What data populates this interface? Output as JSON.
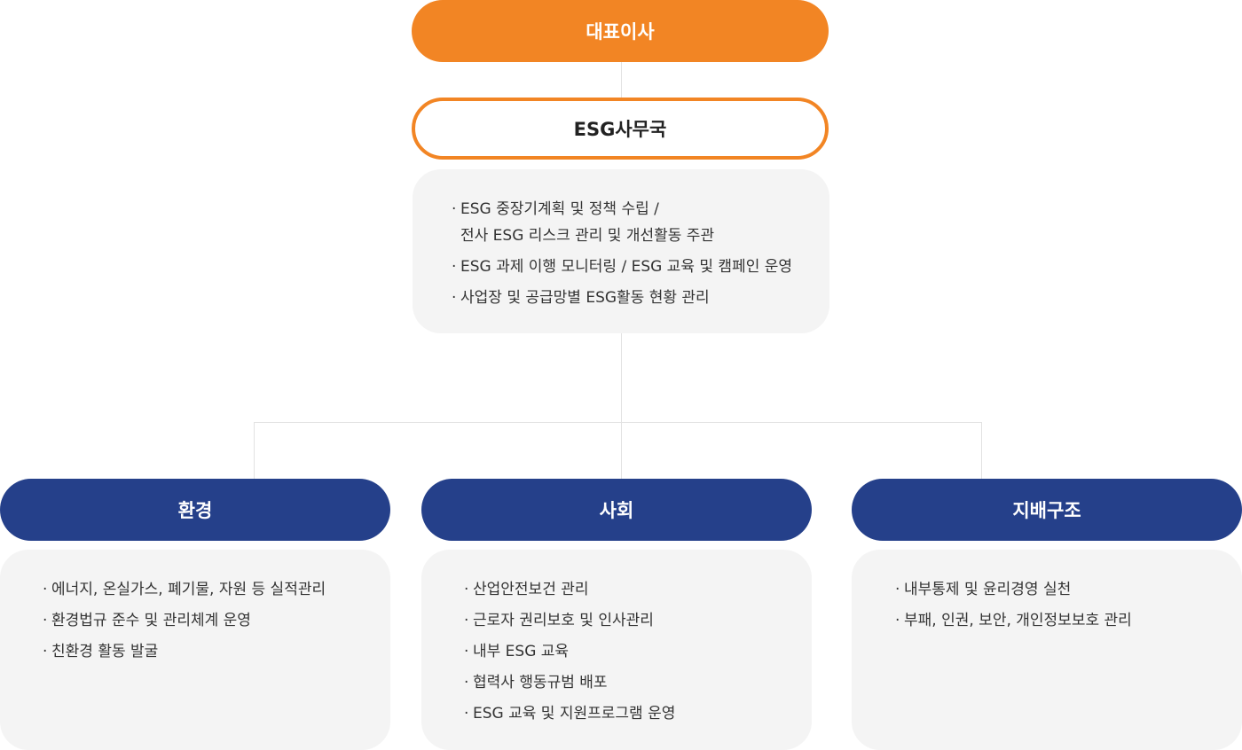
{
  "ceo": {
    "label": "대표이사"
  },
  "office": {
    "label": "ESG사무국",
    "duties": [
      "ESG 중장기계획 및 정책 수립 /\n전사 ESG 리스크 관리 및 개선활동 주관",
      "ESG 과제 이행 모니터링 / ESG 교육 및 캠페인 운영",
      "사업장 및 공급망별 ESG활동 현황 관리"
    ]
  },
  "divisions": [
    {
      "label": "환경",
      "duties": [
        "에너지, 온실가스, 폐기물, 자원 등 실적관리",
        "환경법규 준수 및 관리체계 운영",
        "친환경 활동 발굴"
      ]
    },
    {
      "label": "사회",
      "duties": [
        "산업안전보건 관리",
        "근로자 권리보호 및 인사관리",
        "내부 ESG 교육",
        "협력사 행동규범 배포",
        "ESG 교육 및 지원프로그램 운영"
      ]
    },
    {
      "label": "지배구조",
      "duties": [
        "내부통제 및 윤리경영 실천",
        "부패, 인권, 보안, 개인정보보호 관리"
      ]
    }
  ],
  "colors": {
    "orange": "#f28524",
    "navy": "#25408a",
    "card": "#f4f4f4",
    "connector": "#e2e2e2"
  }
}
